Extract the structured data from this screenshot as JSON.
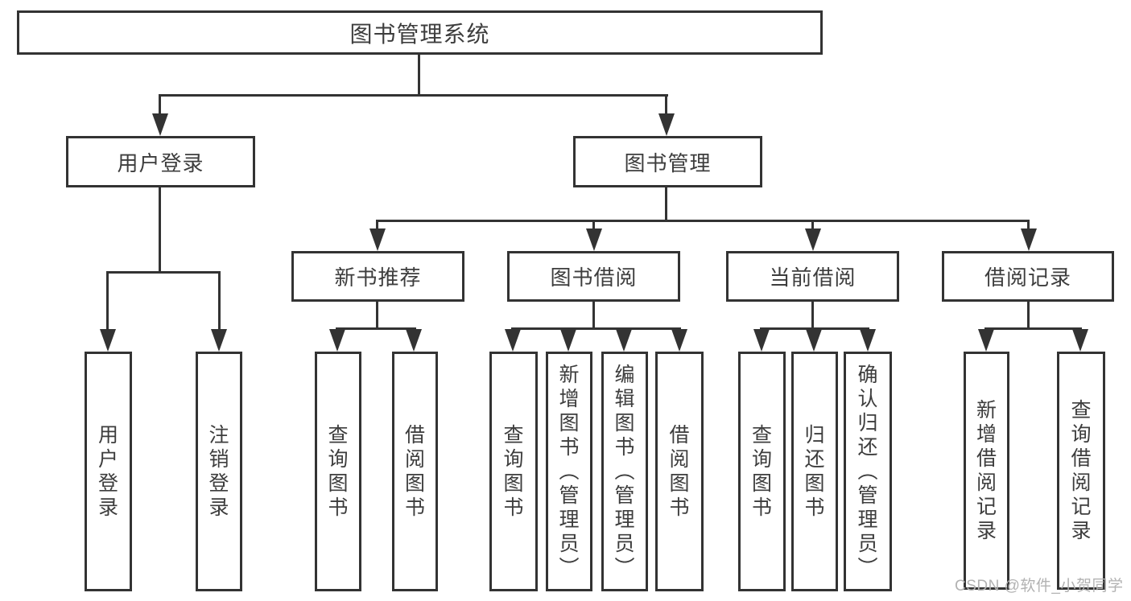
{
  "nodes": {
    "root": "图书管理系统",
    "user_login": "用户登录",
    "book_mgmt": "图书管理",
    "new_book_rec": "新书推荐",
    "book_borrow": "图书借阅",
    "current_borrow": "当前借阅",
    "borrow_records": "借阅记录",
    "leaf_user_login": "用户登录",
    "leaf_logout": "注销登录",
    "leaf_query_book_1": "查询图书",
    "leaf_borrow_book_1": "借阅图书",
    "leaf_query_book_2": "查询图书",
    "leaf_add_book": "新增图书（管理员）",
    "leaf_edit_book": "编辑图书（管理员）",
    "leaf_borrow_book_2": "借阅图书",
    "leaf_query_book_3": "查询图书",
    "leaf_return_book": "归还图书",
    "leaf_confirm_return": "确认归还（管理员）",
    "leaf_add_borrow_record": "新增借阅记录",
    "leaf_query_borrow_record": "查询借阅记录"
  },
  "watermark": "CSDN @软件_小贺同学",
  "colors": {
    "line": "#333333",
    "text": "#3d3d3d",
    "watermark": "#b2b2b2",
    "background": "#ffffff"
  }
}
